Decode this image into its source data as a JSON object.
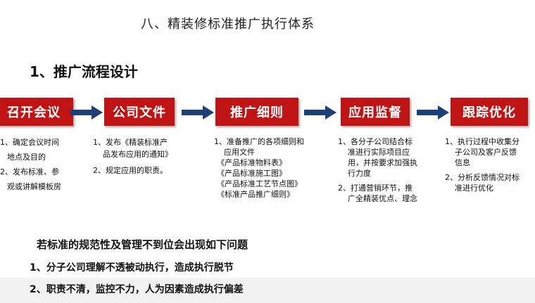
{
  "main_title": "八、精装修标准推广执行体系",
  "section_title": "1、推广流程设计",
  "steps": [
    {
      "label": "召开会议"
    },
    {
      "label": "公司文件"
    },
    {
      "label": "推广细则"
    },
    {
      "label": "应用监督"
    },
    {
      "label": "跟踪优化"
    }
  ],
  "descriptions": {
    "meeting": {
      "item1_line1": "1、确定会议时间",
      "item1_line2": "地点及目的",
      "item2_line1": "2、发布标准、参",
      "item2_line2": "观或讲解模板房"
    },
    "document": {
      "item1_line1": "1、发布《精装标准产",
      "item1_line2": "品发布应用的通知》",
      "item2": "2、规定应用的职责。"
    },
    "rules": {
      "item1_line1": "1、准备推广的各项细则和",
      "item1_line2": "应用文件",
      "file1": "《产品标准物料表》",
      "file2": "《产品标准施工图》",
      "file3": "《产品标准工艺节点图》",
      "file4": "《标准产品推广细则》"
    },
    "supervision": {
      "item1_line1": "1、各分子公司结合标",
      "item1_line2": "准进行实际项目应",
      "item1_line3": "用，并按要求加强执",
      "item1_line4": "行力度",
      "item2_line1": "2、打通营销环节，推",
      "item2_line2": "广全精装优点、理念"
    },
    "optimize": {
      "item1_line1": "1、执行过程中收集分",
      "item1_line2": "子公司及客户反馈",
      "item1_line3": "信息",
      "item2_line1": "2、分析反馈情况对标",
      "item2_line2": "准进行优化"
    }
  },
  "problems": {
    "title": "若标准的规范性及管理不到位会出现如下问题",
    "item1": "1、分子公司理解不透被动执行，造成执行脱节",
    "item2": "2、职责不清，监控不力，人为因素造成执行偏差"
  },
  "colors": {
    "step_fill": "#c01414",
    "arrow_fill": "#1f3f77"
  }
}
